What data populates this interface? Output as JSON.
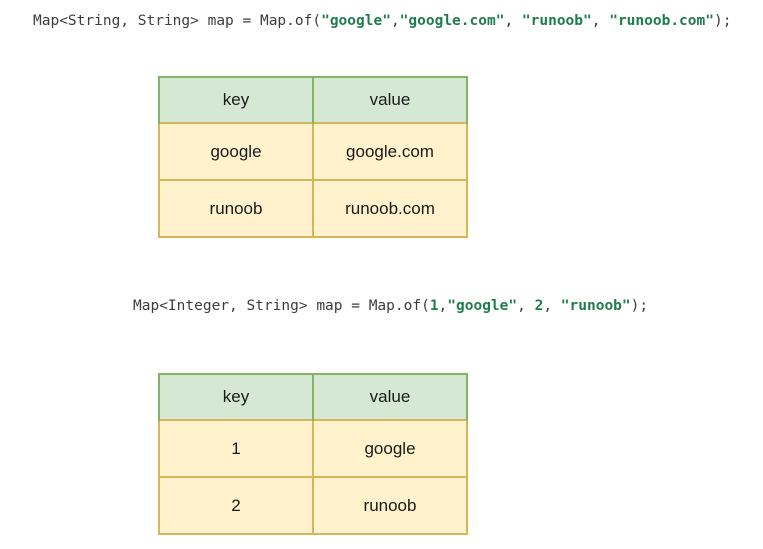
{
  "colors": {
    "code_plain": "#3d3d3d",
    "code_green": "#1f7c4d",
    "header_fill": "#d5e8d4",
    "header_border": "#82b366",
    "cell_fill": "#fff2cc",
    "cell_border": "#d6b656",
    "table_text": "#1a1a1a"
  },
  "code_line_1": {
    "full_text": "Map<String, String> map = Map.of(\"google\",\"google.com\", \"runoob\", \"runoob.com\");",
    "segments": [
      {
        "type": "plain",
        "text": "Map<String, String> map = Map.of("
      },
      {
        "type": "string",
        "text": "\"google\""
      },
      {
        "type": "plain",
        "text": ","
      },
      {
        "type": "string",
        "text": "\"google.com\""
      },
      {
        "type": "plain",
        "text": ", "
      },
      {
        "type": "string",
        "text": "\"runoob\""
      },
      {
        "type": "plain",
        "text": ", "
      },
      {
        "type": "string",
        "text": "\"runoob.com\""
      },
      {
        "type": "plain",
        "text": ");"
      }
    ]
  },
  "table_1": {
    "headers": [
      "key",
      "value"
    ],
    "rows": [
      [
        "google",
        "google.com"
      ],
      [
        "runoob",
        "runoob.com"
      ]
    ]
  },
  "code_line_2": {
    "full_text": "Map<Integer, String> map = Map.of(1,\"google\", 2, \"runoob\");",
    "segments": [
      {
        "type": "plain",
        "text": "Map<Integer, String> map = Map.of("
      },
      {
        "type": "number",
        "text": "1"
      },
      {
        "type": "plain",
        "text": ","
      },
      {
        "type": "string",
        "text": "\"google\""
      },
      {
        "type": "plain",
        "text": ", "
      },
      {
        "type": "number",
        "text": "2"
      },
      {
        "type": "plain",
        "text": ", "
      },
      {
        "type": "string",
        "text": "\"runoob\""
      },
      {
        "type": "plain",
        "text": ");"
      }
    ]
  },
  "table_2": {
    "headers": [
      "key",
      "value"
    ],
    "rows": [
      [
        "1",
        "google"
      ],
      [
        "2",
        "runoob"
      ]
    ]
  }
}
